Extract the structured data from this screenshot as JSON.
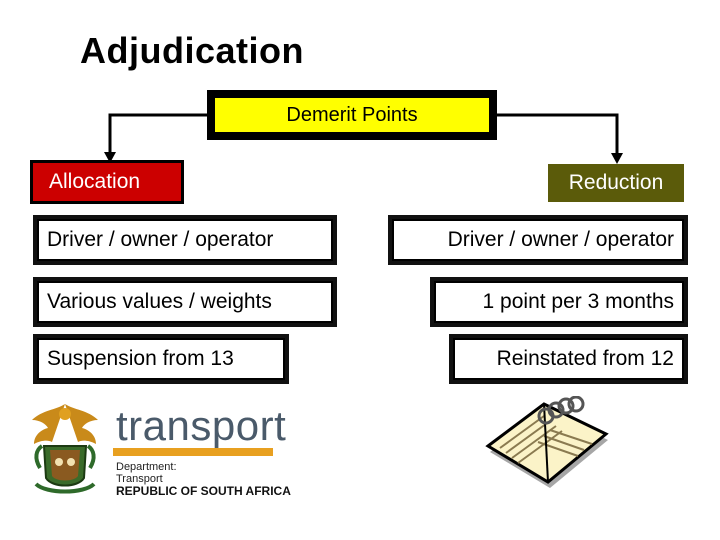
{
  "title": "Adjudication",
  "root": {
    "label": "Demerit Points"
  },
  "branches": {
    "left": {
      "heading": "Allocation",
      "items": [
        "Driver / owner / operator",
        "Various values / weights",
        "Suspension from 13"
      ]
    },
    "right": {
      "heading": "Reduction",
      "items": [
        "Driver / owner / operator",
        "1 point per 3 months",
        "Reinstated from 12"
      ]
    }
  },
  "logo": {
    "wordmark": "transport",
    "line1": "Department:",
    "line2": "Transport",
    "line3": "REPUBLIC OF SOUTH AFRICA"
  },
  "colors": {
    "root_fill": "#ffff00",
    "allocation_fill": "#cc0000",
    "reduction_fill": "#5b5b0a",
    "logo_accent": "#e8a020"
  },
  "icons": [
    "coat-of-arms-icon",
    "diary-book-icon"
  ]
}
